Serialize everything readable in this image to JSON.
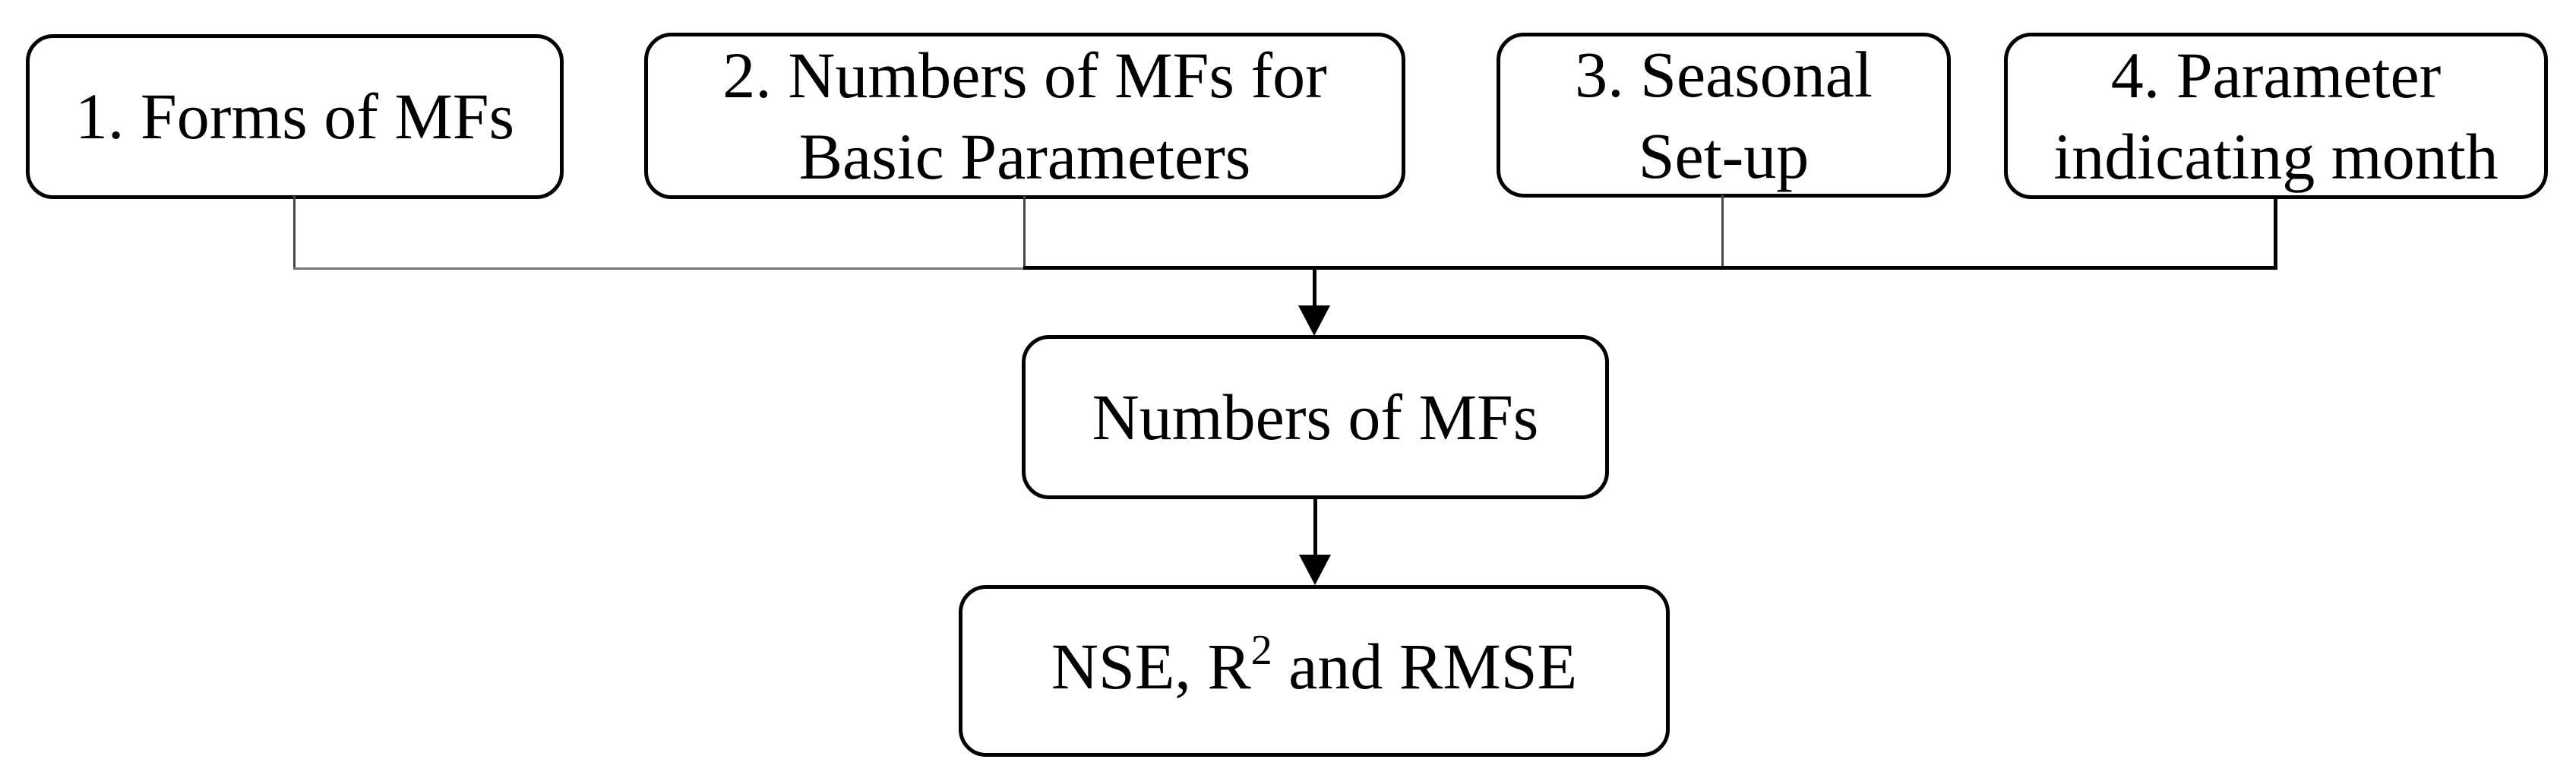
{
  "diagram": {
    "background_color": "#ffffff",
    "line_color": "#000000",
    "thin_bus_line_color": "#777777",
    "text_color": "#000000",
    "top_boxes": [
      {
        "line1": "1. Forms of MFs",
        "line2": ""
      },
      {
        "line1": "2. Numbers of MFs for",
        "line2": "Basic Parameters"
      },
      {
        "line1": "3. Seasonal",
        "line2": "Set-up"
      },
      {
        "line1": "4. Parameter",
        "line2": "indicating month"
      }
    ],
    "middle_box": {
      "label": "Numbers of MFs"
    },
    "bottom_box": {
      "pre": "NSE, R",
      "sup": "2",
      "post": " and RMSE"
    }
  }
}
